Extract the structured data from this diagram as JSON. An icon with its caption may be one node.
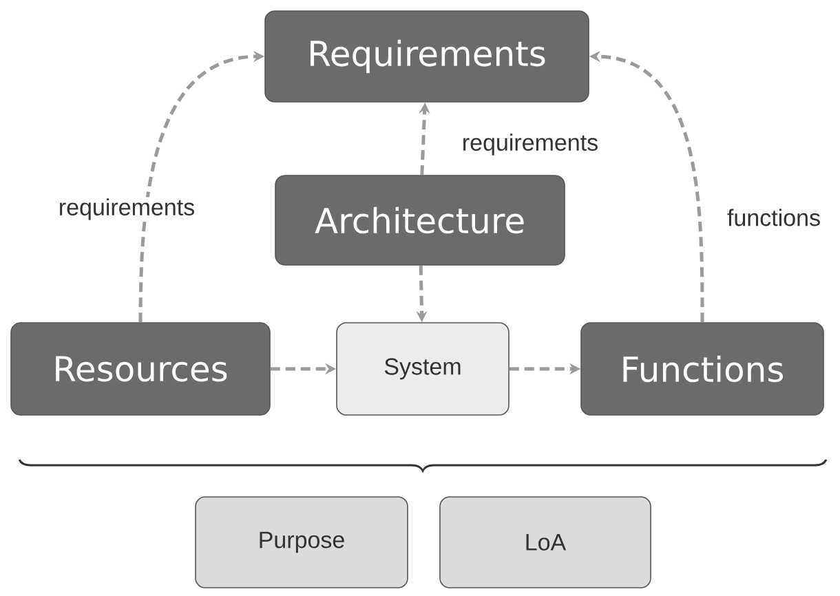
{
  "diagram": {
    "nodes": [
      {
        "text": [
          "Requirements"
        ]
      },
      {
        "text": [
          "Architecture"
        ]
      },
      {
        "text": [
          "Resources"
        ]
      },
      {
        "text": [
          "System"
        ]
      },
      {
        "text": [
          "Functions"
        ]
      },
      {
        "text": [
          "Purpose"
        ]
      },
      {
        "text": [
          "LoA"
        ]
      }
    ],
    "edges": [
      {
        "from": 2,
        "to": 0,
        "arrow": "to",
        "label": "requirements",
        "style": "dashed"
      },
      {
        "from": 4,
        "to": 0,
        "arrow": "to",
        "label": "functions",
        "style": "dashed"
      },
      {
        "from": 1,
        "to": 0,
        "arrow": "to",
        "label": "requirements",
        "style": "dashed"
      },
      {
        "from": 1,
        "to": 3,
        "arrow": "to",
        "style": "dashed"
      },
      {
        "from": 2,
        "to": 3,
        "arrow": "to",
        "style": "dashed"
      },
      {
        "from": 3,
        "to": 4,
        "arrow": "to",
        "style": "dashed"
      }
    ]
  }
}
